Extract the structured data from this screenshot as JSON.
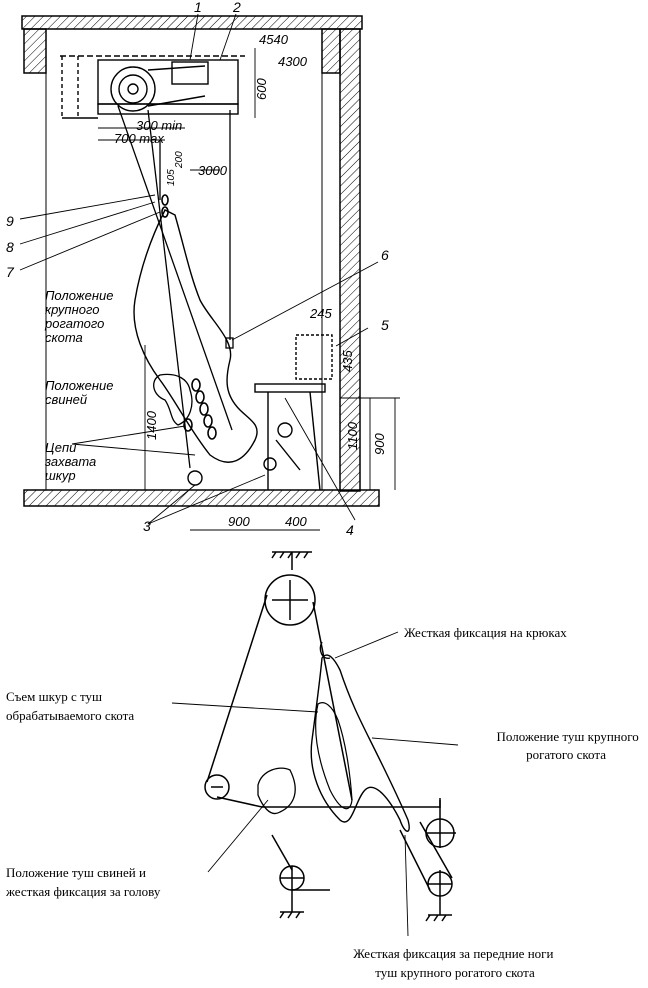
{
  "top": {
    "callouts": [
      "1",
      "2",
      "3",
      "4",
      "5",
      "6",
      "7",
      "8",
      "9"
    ],
    "dims": {
      "d4540": "4540",
      "d4300": "4300",
      "d600": "600",
      "d300min": "300 min",
      "d700max": "700 max",
      "d200": "200",
      "d105": "105",
      "d3000": "3000",
      "d245": "245",
      "d435": "435",
      "d1400": "1400",
      "d1100": "1100",
      "d900v": "900",
      "d900h": "900",
      "d400h": "400"
    },
    "labels": {
      "cattle": [
        "Положение",
        "крупного",
        "рогатого",
        "скота"
      ],
      "pigs": [
        "Положение",
        "свиней"
      ],
      "chains": [
        "Цепи",
        "захвата",
        "шкур"
      ]
    }
  },
  "bottom": {
    "labels": {
      "hooks": "Жесткая фиксация на крюках",
      "skin": [
        "Съем шкур с туш",
        "обрабатываемого скота"
      ],
      "cattle": [
        "Положение туш крупного",
        "рогатого скота"
      ],
      "pigs": [
        "Положение туш свиней  и",
        "жесткая фиксация за голову"
      ],
      "legs": [
        "Жесткая фиксация за передние ноги",
        "туш крупного рогатого скота"
      ]
    }
  }
}
